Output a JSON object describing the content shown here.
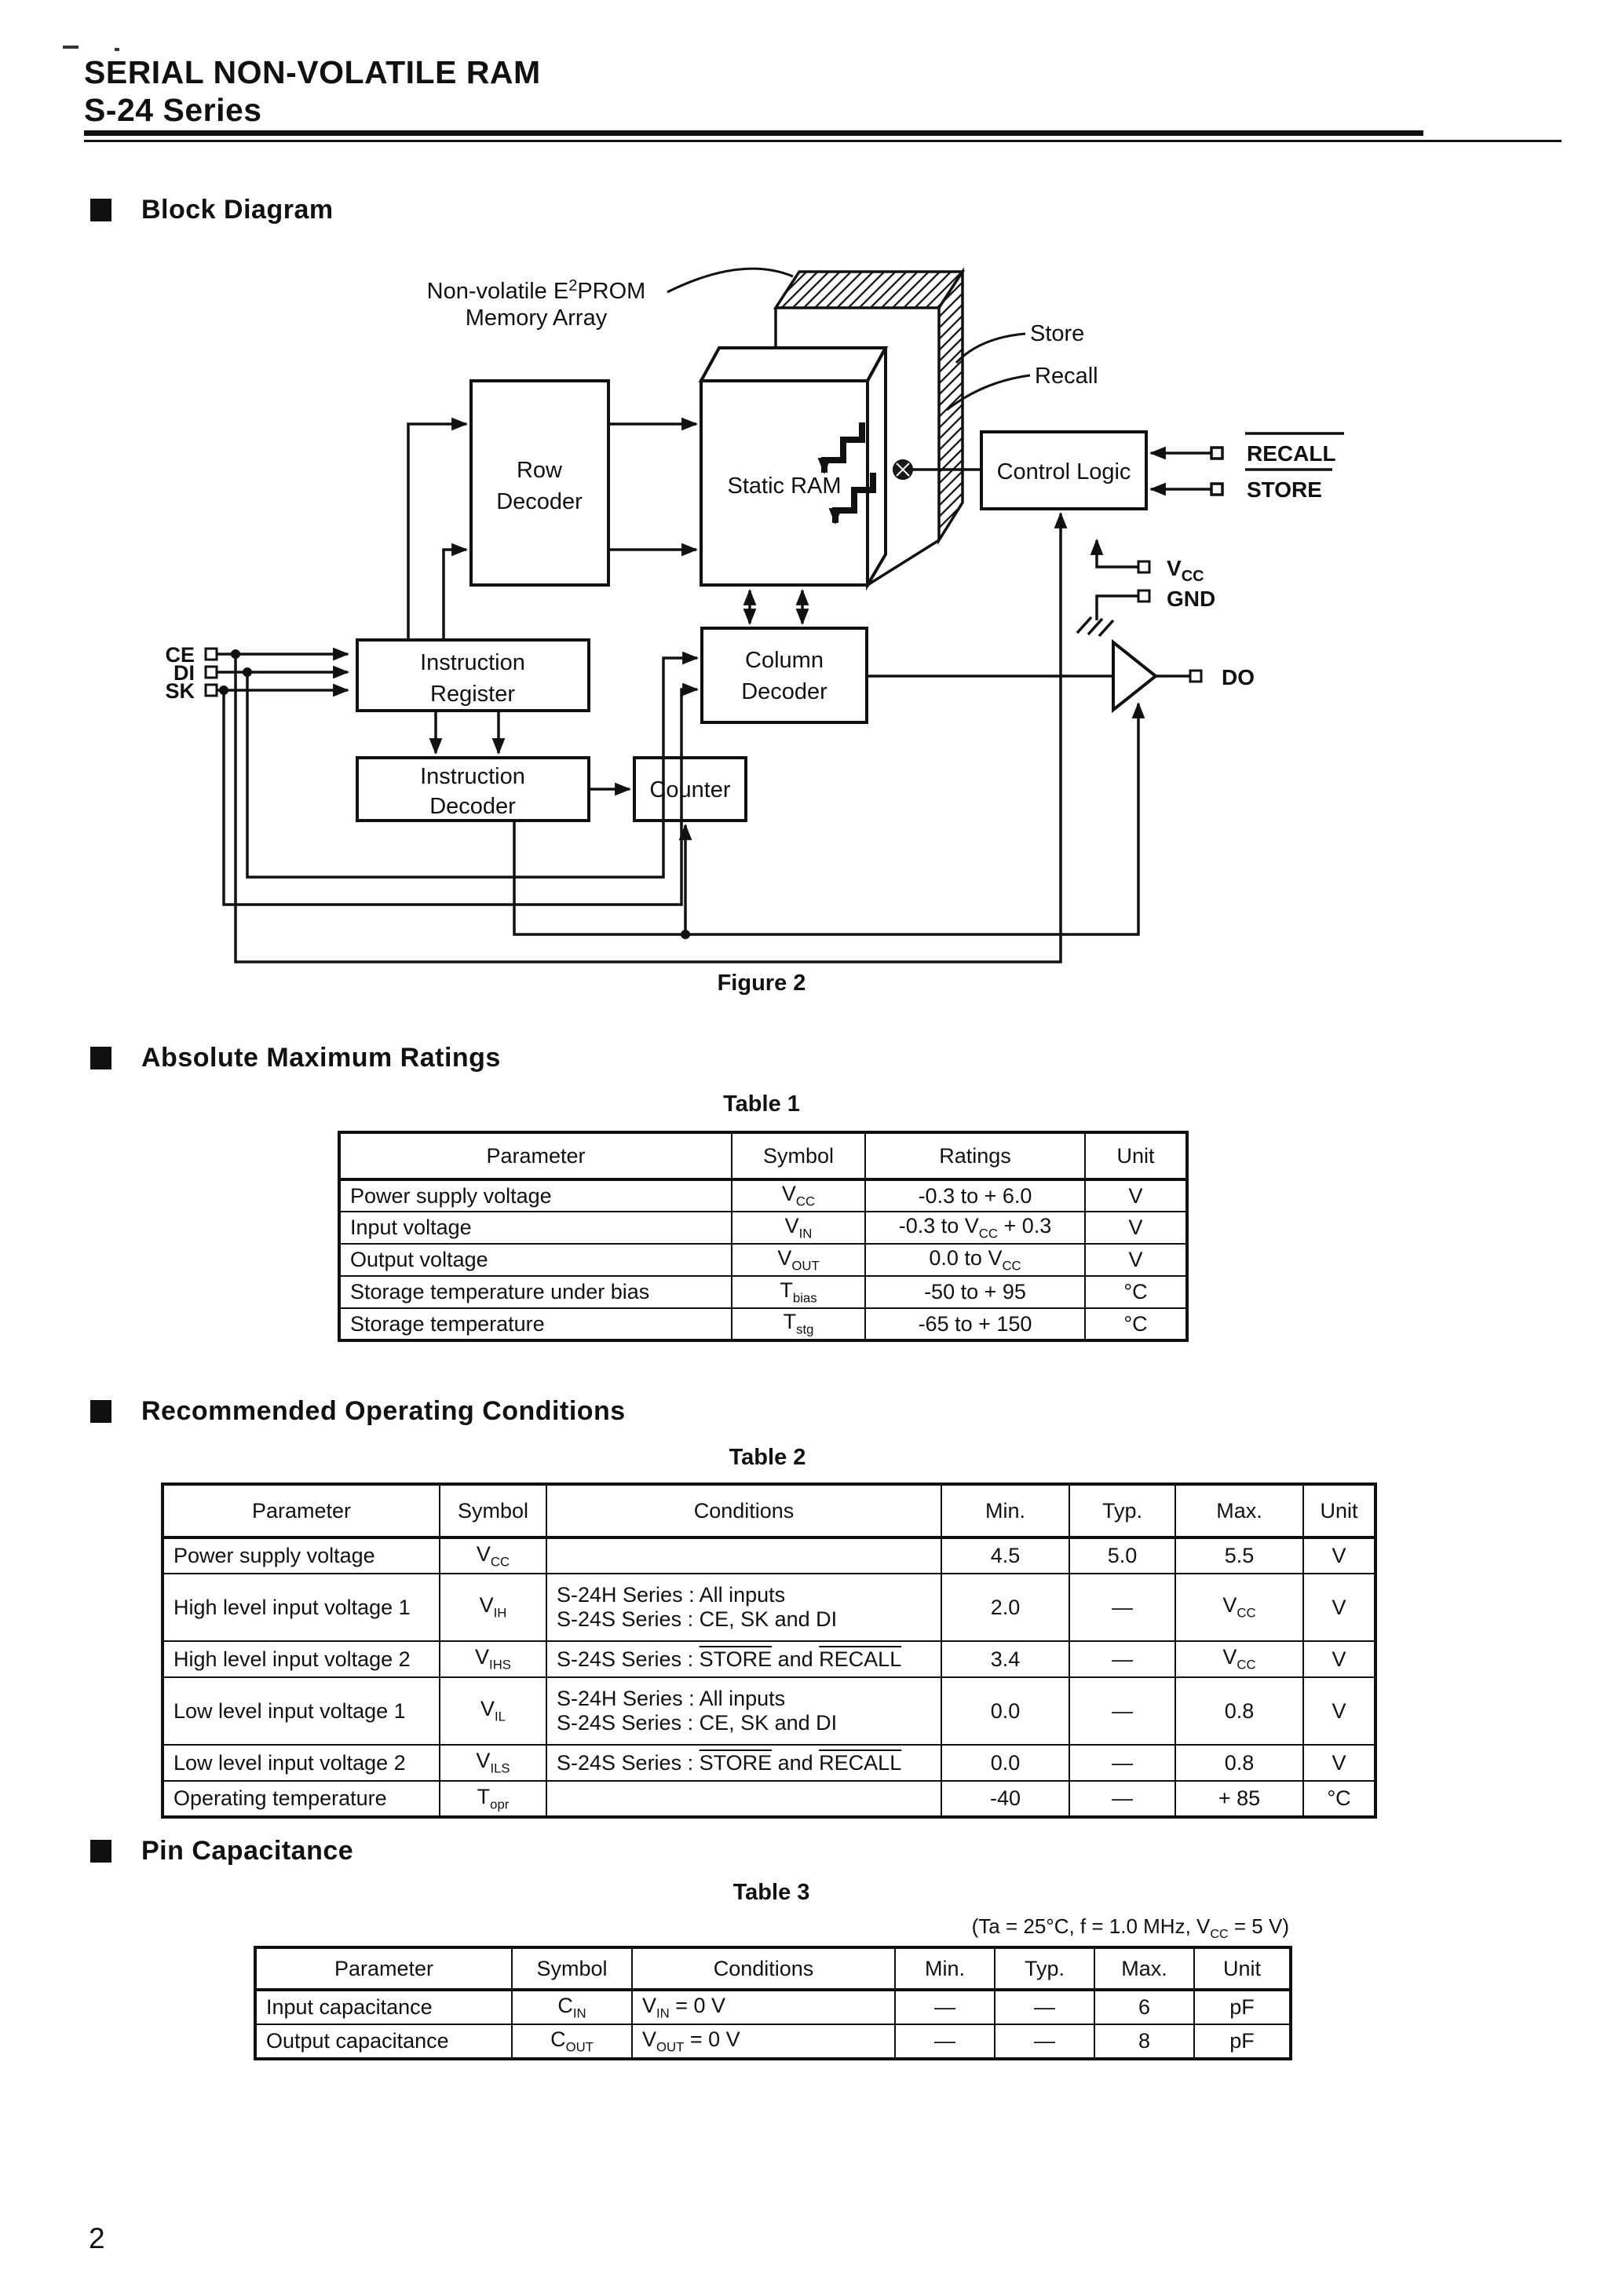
{
  "header": {
    "title1": "SERIAL NON-VOLATILE RAM",
    "title2": "S-24 Series"
  },
  "sections": {
    "block_diagram": "Block Diagram",
    "abs_max": "Absolute Maximum Ratings",
    "rec_op": "Recommended Operating Conditions",
    "pin_cap": "Pin Capacitance"
  },
  "figure2": {
    "caption": "Figure 2"
  },
  "diagram": {
    "mem_label": {
      "pre": "Non-volatile E",
      "sup": "2",
      "post": "PROM",
      "line2": "Memory Array"
    },
    "store": "Store",
    "recall": "Recall",
    "blocks": {
      "row_decoder": [
        "Row",
        "Decoder"
      ],
      "static_ram": "Static RAM",
      "control_logic": "Control Logic",
      "instruction_register": [
        "Instruction",
        "Register"
      ],
      "column_decoder": [
        "Column",
        "Decoder"
      ],
      "instruction_decoder": [
        "Instruction",
        "Decoder"
      ],
      "counter": "Counter"
    },
    "pins": {
      "ce": "CE",
      "di": "DI",
      "sk": "SK",
      "recall": "RECALL",
      "store": "STORE",
      "vcc_main": "V",
      "vcc_sub": "CC",
      "gnd": "GND",
      "do": "DO"
    }
  },
  "table1": {
    "caption": "Table 1",
    "headers": [
      "Parameter",
      "Symbol",
      "Ratings",
      "Unit"
    ],
    "rows": [
      {
        "param": "Power supply voltage",
        "sym": "V",
        "sub": "CC",
        "rating": {
          "pre": "-0.3 to + 6.0"
        },
        "unit": "V"
      },
      {
        "param": "Input voltage",
        "sym": "V",
        "sub": "IN",
        "rating": {
          "pre": "-0.3 to ",
          "sym": "V",
          "sub": "CC",
          "post": " + 0.3"
        },
        "unit": "V"
      },
      {
        "param": "Output voltage",
        "sym": "V",
        "sub": "OUT",
        "rating": {
          "pre": "0.0 to ",
          "sym": "V",
          "sub": "CC",
          "post": ""
        },
        "unit": "V"
      },
      {
        "param": "Storage temperature under bias",
        "sym": "T",
        "sub": "bias",
        "rating": {
          "pre": "-50 to + 95"
        },
        "unit": "°C"
      },
      {
        "param": "Storage temperature",
        "sym": "T",
        "sub": "stg",
        "rating": {
          "pre": "-65 to + 150"
        },
        "unit": "°C"
      }
    ]
  },
  "table2": {
    "caption": "Table 2",
    "headers": [
      "Parameter",
      "Symbol",
      "Conditions",
      "Min.",
      "Typ.",
      "Max.",
      "Unit"
    ],
    "rows": [
      {
        "param": "Power supply voltage",
        "sym": "V",
        "sub": "CC",
        "min": "4.5",
        "typ": "5.0",
        "max": "5.5",
        "unit": "V"
      },
      {
        "param": "High level input voltage 1",
        "sym": "V",
        "sub": "IH",
        "cond1": "S-24H Series : All inputs",
        "cond2": "S-24S Series : CE, SK and DI",
        "min": "2.0",
        "typ": "—",
        "max_sym": "V",
        "max_sub": "CC",
        "unit": "V"
      },
      {
        "param": "High level input voltage 2",
        "sym": "V",
        "sub": "IHS",
        "cond_pre": "S-24S Series : ",
        "cond_ov1": "STORE",
        "cond_mid": " and ",
        "cond_ov2": "RECALL",
        "min": "3.4",
        "typ": "—",
        "max_sym": "V",
        "max_sub": "CC",
        "unit": "V"
      },
      {
        "param": "Low level input voltage 1",
        "sym": "V",
        "sub": "IL",
        "cond1": "S-24H Series : All inputs",
        "cond2": "S-24S Series : CE, SK and DI",
        "min": "0.0",
        "typ": "—",
        "max": "0.8",
        "unit": "V"
      },
      {
        "param": "Low level input voltage 2",
        "sym": "V",
        "sub": "ILS",
        "cond_pre": "S-24S Series : ",
        "cond_ov1": "STORE",
        "cond_mid": " and ",
        "cond_ov2": "RECALL",
        "min": "0.0",
        "typ": "—",
        "max": "0.8",
        "unit": "V"
      },
      {
        "param": "Operating temperature",
        "sym": "T",
        "sub": "opr",
        "min": "-40",
        "typ": "—",
        "max": "+ 85",
        "unit": "°C"
      }
    ]
  },
  "table3": {
    "caption": "Table 3",
    "note": {
      "pre": "(Ta = 25°C, f = 1.0 MHz, V",
      "sub": "CC",
      "post": " = 5 V)"
    },
    "headers": [
      "Parameter",
      "Symbol",
      "Conditions",
      "Min.",
      "Typ.",
      "Max.",
      "Unit"
    ],
    "rows": [
      {
        "param": "Input capacitance",
        "sym": "C",
        "sub": "IN",
        "cond_sym": "V",
        "cond_sub": "IN",
        "cond_post": " = 0 V",
        "min": "—",
        "typ": "—",
        "max": "6",
        "unit": "pF"
      },
      {
        "param": "Output capacitance",
        "sym": "C",
        "sub": "OUT",
        "cond_sym": "V",
        "cond_sub": "OUT",
        "cond_post": " = 0 V",
        "min": "—",
        "typ": "—",
        "max": "8",
        "unit": "pF"
      }
    ]
  },
  "page_number": "2"
}
